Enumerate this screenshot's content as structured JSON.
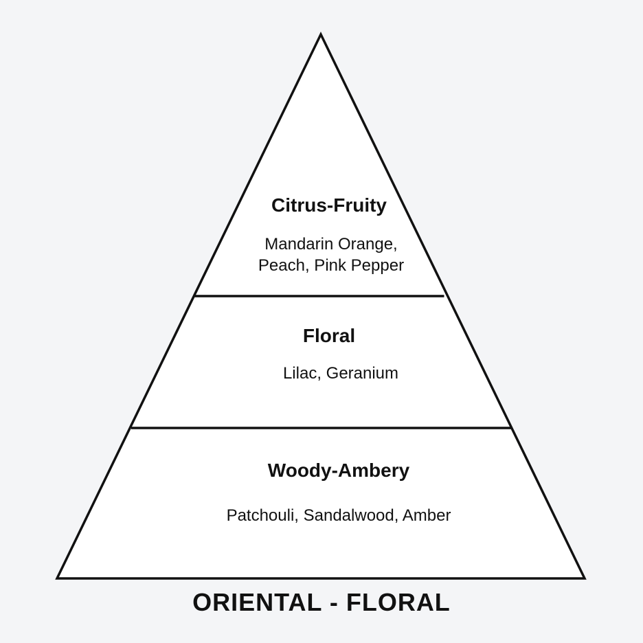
{
  "pyramid": {
    "tiers": [
      {
        "title": "Citrus-Fruity",
        "notes_line1": "Mandarin Orange,",
        "notes_line2": "Peach, Pink Pepper"
      },
      {
        "title": "Floral",
        "notes_line1": "Lilac, Geranium"
      },
      {
        "title": "Woody-Ambery",
        "notes_line1": "Patchouli, Sandalwood, Amber"
      }
    ]
  },
  "footer": {
    "title": "ORIENTAL - FLORAL"
  },
  "colors": {
    "background": "#f4f5f7",
    "fill": "#ffffff",
    "stroke": "#111111",
    "text": "#111111"
  }
}
